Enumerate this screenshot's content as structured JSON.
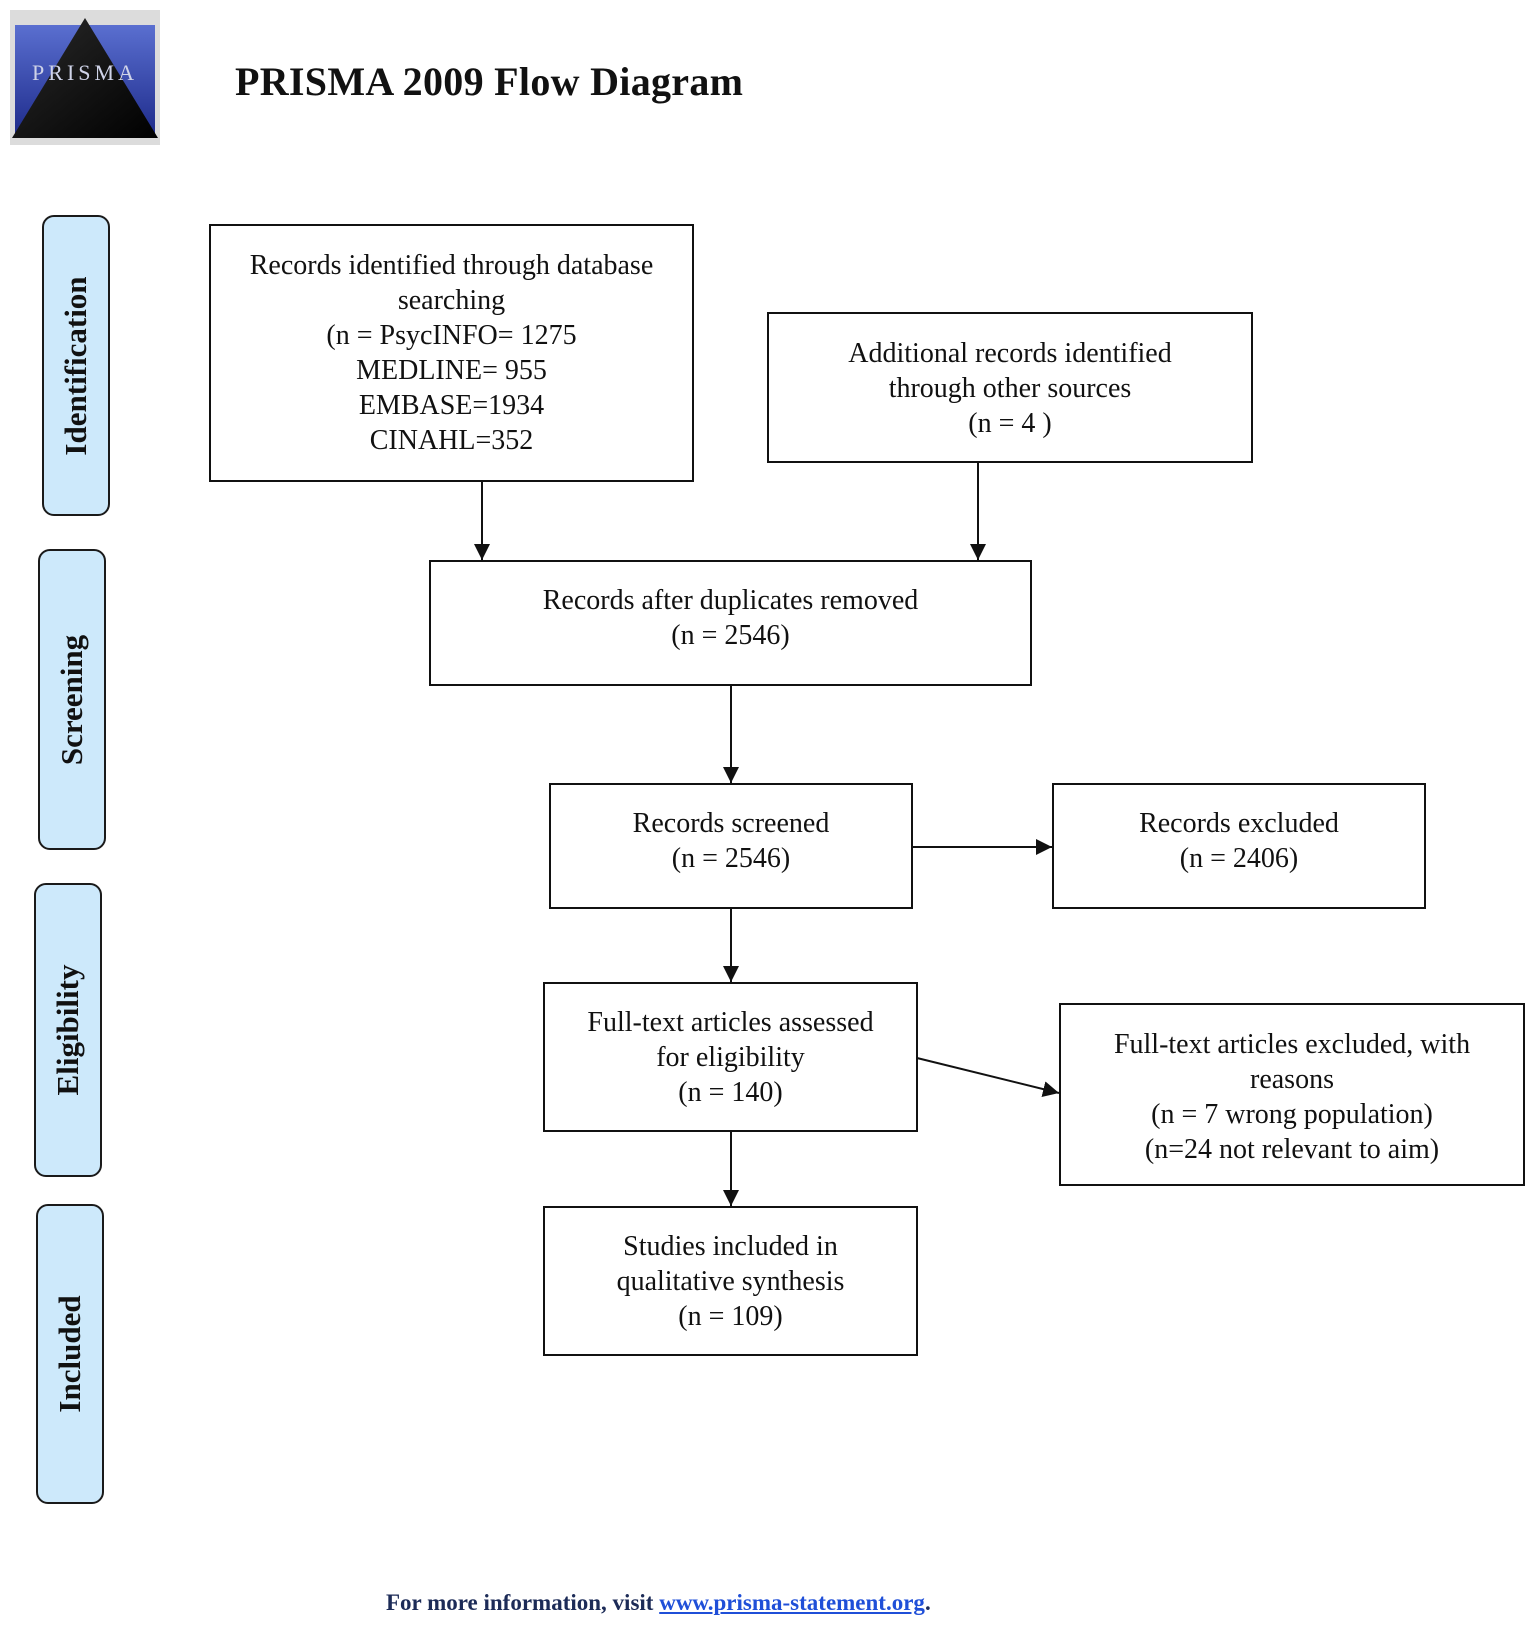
{
  "logo": {
    "text": "PRISMA"
  },
  "title": "PRISMA 2009 Flow Diagram",
  "phases": {
    "identification": "Identification",
    "screening": "Screening",
    "eligibility": "Eligibility",
    "included": "Included"
  },
  "boxes": {
    "database": {
      "line1": "Records identified through database",
      "line2": "searching",
      "line3": "(n = PsycINFO= 1275",
      "line4": "MEDLINE= 955",
      "line5": "EMBASE=1934",
      "line6": "CINAHL=352"
    },
    "other": {
      "line1": "Additional records identified",
      "line2": "through other sources",
      "line3": "(n =  4 )"
    },
    "duplicates": {
      "line1": "Records after duplicates removed",
      "line2": "(n = 2546)"
    },
    "screened": {
      "line1": "Records screened",
      "line2": "(n = 2546)"
    },
    "excluded": {
      "line1": "Records excluded",
      "line2": "(n = 2406)"
    },
    "fulltext": {
      "line1": "Full-text articles assessed",
      "line2": "for eligibility",
      "line3": "(n = 140)"
    },
    "fulltext_excluded": {
      "line1": "Full-text articles excluded, with",
      "line2": "reasons",
      "line3": "(n = 7 wrong population)",
      "line4": "(n=24 not relevant to aim)"
    },
    "included": {
      "line1": "Studies included in",
      "line2": "qualitative synthesis",
      "line3": "(n = 109)"
    }
  },
  "footer": {
    "prefix": "For more information, visit ",
    "link": "www.prisma-statement.org",
    "suffix": "."
  }
}
